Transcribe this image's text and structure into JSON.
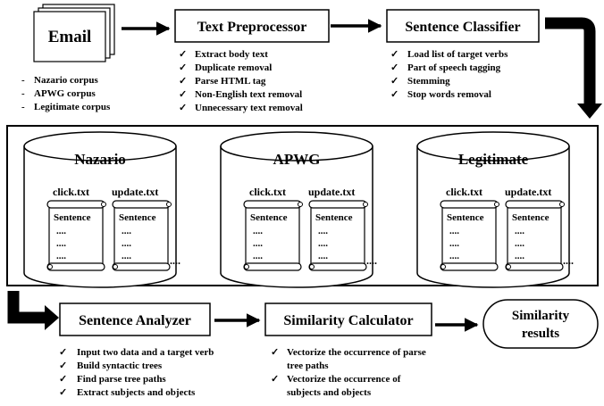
{
  "email": {
    "title": "Email",
    "sources": [
      "Nazario corpus",
      "APWG corpus",
      "Legitimate corpus"
    ]
  },
  "text_preprocessor": {
    "title": "Text Preprocessor",
    "steps": [
      "Extract body text",
      "Duplicate removal",
      "Parse HTML tag",
      "Non-English text removal",
      "Unnecessary text removal"
    ]
  },
  "sentence_classifier": {
    "title": "Sentence Classifier",
    "steps": [
      "Load list of target verbs",
      "Part of speech tagging",
      "Stemming",
      "Stop words removal"
    ]
  },
  "databases": [
    {
      "name": "Nazario",
      "files": [
        "click.txt",
        "update.txt"
      ]
    },
    {
      "name": "APWG",
      "files": [
        "click.txt",
        "update.txt"
      ]
    },
    {
      "name": "Legitimate",
      "files": [
        "click.txt",
        "update.txt"
      ]
    }
  ],
  "scroll": {
    "label": "Sentence",
    "dots": "....",
    "ellipsis": "...."
  },
  "sentence_analyzer": {
    "title": "Sentence Analyzer",
    "steps": [
      "Input two data and a target verb",
      "Build syntactic trees",
      "Find parse tree paths",
      "Extract subjects and objects"
    ]
  },
  "similarity_calculator": {
    "title": "Similarity Calculator",
    "steps": [
      [
        "Vectorize the occurrence of parse",
        "tree paths"
      ],
      [
        "Vectorize the occurrence of",
        "subjects and objects"
      ]
    ]
  },
  "similarity_results": {
    "line1": "Similarity",
    "line2": "results"
  },
  "bullet_dash": "-",
  "check_mark": "✓"
}
